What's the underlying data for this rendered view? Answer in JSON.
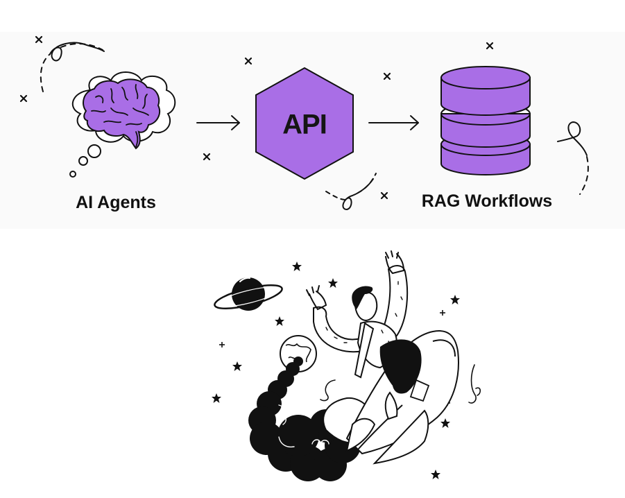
{
  "diagram": {
    "accent_color": "#a96ee6",
    "stroke_color": "#111111",
    "band_color": "#fafafa",
    "nodes": [
      {
        "id": "agents",
        "label": "AI Agents",
        "icon": "brain-in-thought-bubble-icon"
      },
      {
        "id": "api",
        "label": "API",
        "icon": "hexagon-icon"
      },
      {
        "id": "rag",
        "label": "RAG Workflows",
        "icon": "database-cylinder-icon"
      }
    ],
    "edges": [
      {
        "from": "agents",
        "to": "api"
      },
      {
        "from": "api",
        "to": "rag"
      }
    ]
  },
  "illustration": {
    "subject": "person-riding-rocket",
    "elements": [
      "planet-saturn-icon",
      "earth-globe-icon",
      "rocket-icon",
      "smoke-cloud",
      "stars"
    ]
  }
}
